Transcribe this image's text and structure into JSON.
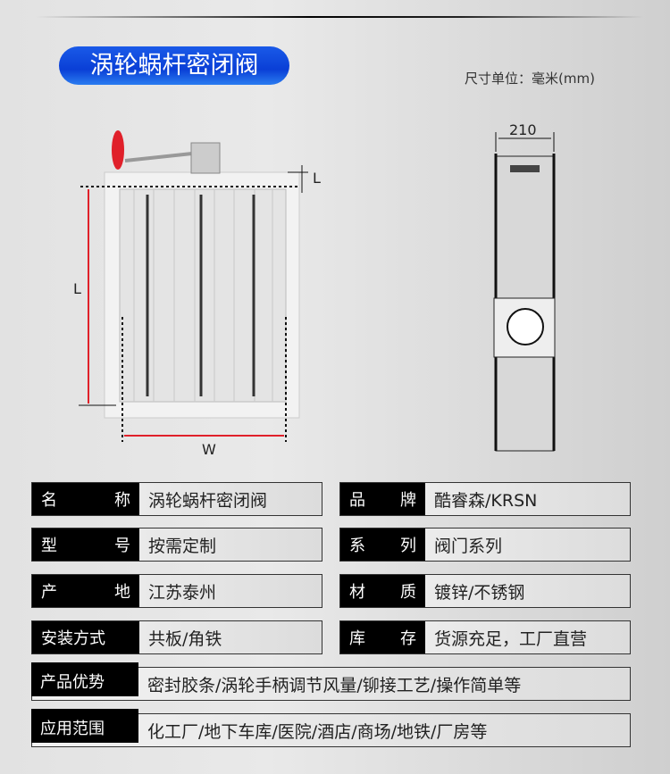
{
  "title": "涡轮蜗杆密闭阀",
  "unit": "尺寸单位：毫米(mm)",
  "diagram": {
    "dim_l_top": "L",
    "dim_l": "L",
    "dim_w": "W",
    "dim_side": "210",
    "accent": "#e0202a"
  },
  "specs": [
    {
      "label": [
        "名",
        "称"
      ],
      "value": "涡轮蜗杆密闭阀"
    },
    {
      "label": [
        "品",
        "牌"
      ],
      "value": "酷睿森/KRSN"
    },
    {
      "label": [
        "型",
        "号"
      ],
      "value": "按需定制"
    },
    {
      "label": [
        "系",
        "列"
      ],
      "value": "阀门系列"
    },
    {
      "label": [
        "产",
        "地"
      ],
      "value": "江苏泰州"
    },
    {
      "label": [
        "材",
        "质"
      ],
      "value": "镀锌/不锈钢"
    },
    {
      "label": [
        "安装方式",
        ""
      ],
      "value": "共板/角铁"
    },
    {
      "label": [
        "库",
        "存"
      ],
      "value": "货源充足，工厂直营"
    }
  ],
  "full": [
    {
      "label": "产品优势",
      "value": "密封胶条/涡轮手柄调节风量/铆接工艺/操作简单等"
    },
    {
      "label": "应用范围",
      "value": "化工厂/地下车库/医院/酒店/商场/地铁/厂房等"
    }
  ]
}
